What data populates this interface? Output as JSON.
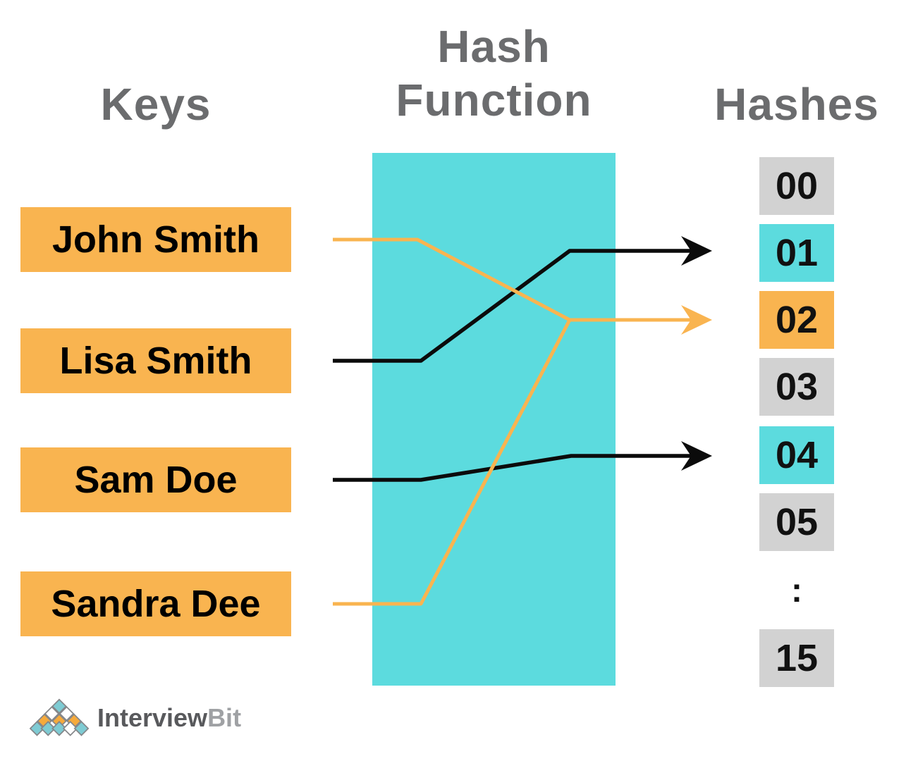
{
  "headings": {
    "keys": "Keys",
    "hash_function_line1": "Hash",
    "hash_function_line2": "Function",
    "hashes": "Hashes"
  },
  "keys": {
    "items": [
      {
        "label": "John Smith"
      },
      {
        "label": "Lisa Smith"
      },
      {
        "label": "Sam Doe"
      },
      {
        "label": "Sandra Dee"
      }
    ]
  },
  "hashes": {
    "items": [
      {
        "label": "00",
        "variant": "gray"
      },
      {
        "label": "01",
        "variant": "cyan"
      },
      {
        "label": "02",
        "variant": "orange"
      },
      {
        "label": "03",
        "variant": "gray"
      },
      {
        "label": "04",
        "variant": "cyan"
      },
      {
        "label": "05",
        "variant": "gray"
      },
      {
        "label": "15",
        "variant": "gray"
      }
    ],
    "ellipsis": ":"
  },
  "mappings": [
    {
      "key": "John Smith",
      "hash": "02",
      "line_color": "orange"
    },
    {
      "key": "Lisa Smith",
      "hash": "01",
      "line_color": "black"
    },
    {
      "key": "Sam Doe",
      "hash": "04",
      "line_color": "black"
    },
    {
      "key": "Sandra Dee",
      "hash": "02",
      "line_color": "orange"
    }
  ],
  "colors": {
    "key_box_orange": "#F9B450",
    "hash_function_cyan": "#5CDBDE",
    "hash_box_gray": "#D2D2D2",
    "heading_gray": "#6B6C6E",
    "line_black": "#0B0B0B",
    "line_orange": "#F9B450",
    "logo_text_primary": "#58595C",
    "logo_text_secondary": "#9FA1A4",
    "logo_teal": "#7ECBD3",
    "logo_orange": "#F6AA3C"
  },
  "logo": {
    "text_primary": "Interview",
    "text_secondary": "Bit"
  }
}
